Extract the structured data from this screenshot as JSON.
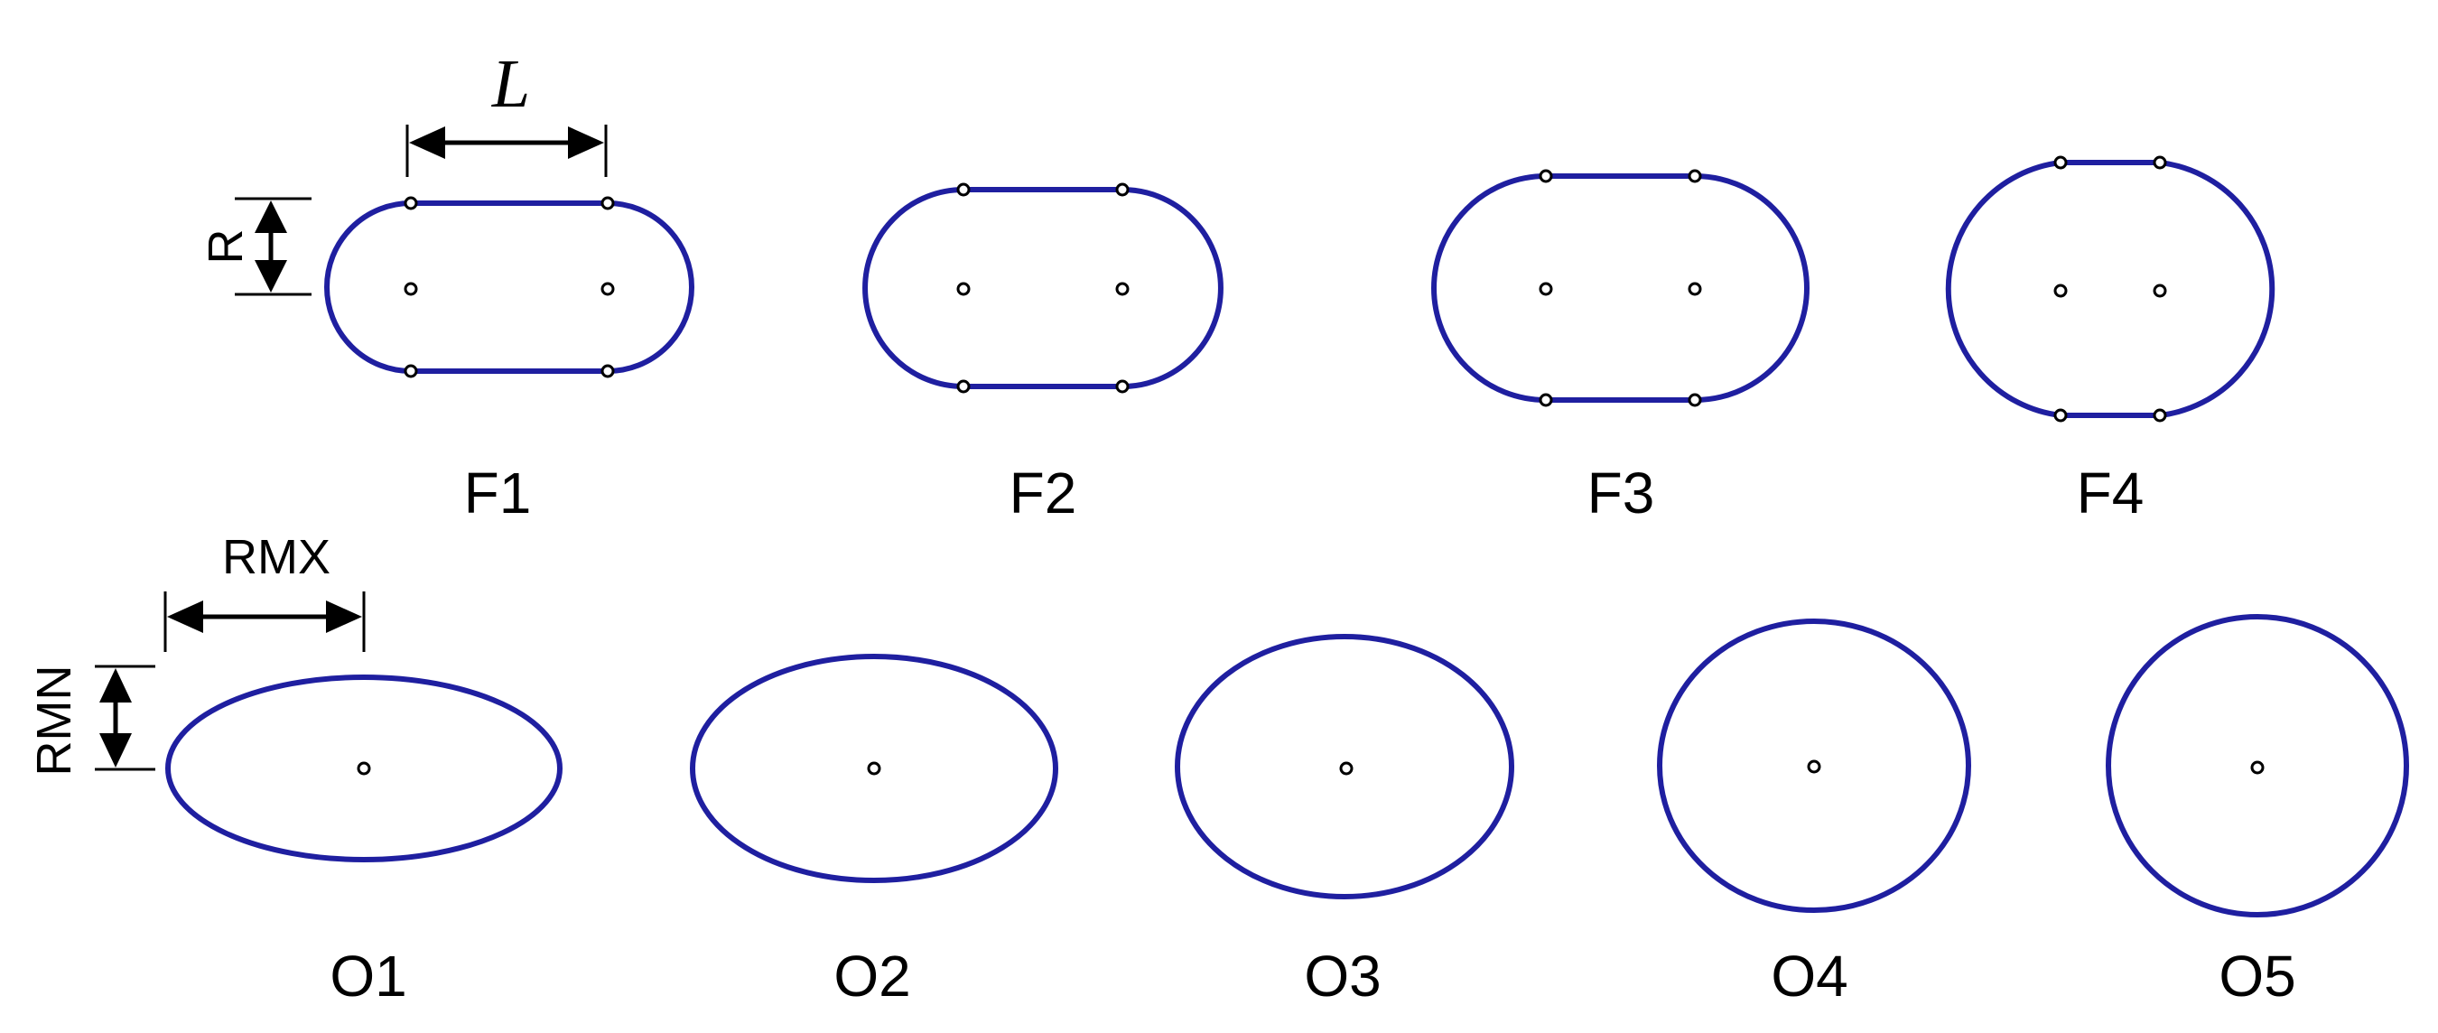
{
  "top_row": {
    "shapes": [
      {
        "label": "F1"
      },
      {
        "label": "F2"
      },
      {
        "label": "F3"
      },
      {
        "label": "F4"
      }
    ],
    "dimensions": {
      "length_label": "L",
      "radius_label": "R"
    }
  },
  "bottom_row": {
    "shapes": [
      {
        "label": "O1"
      },
      {
        "label": "O2"
      },
      {
        "label": "O3"
      },
      {
        "label": "O4"
      },
      {
        "label": "O5"
      }
    ],
    "dimensions": {
      "major_label": "RMX",
      "minor_label": "RMN"
    }
  },
  "colors": {
    "outline": "#1f1fa0",
    "dimension": "#000000"
  }
}
